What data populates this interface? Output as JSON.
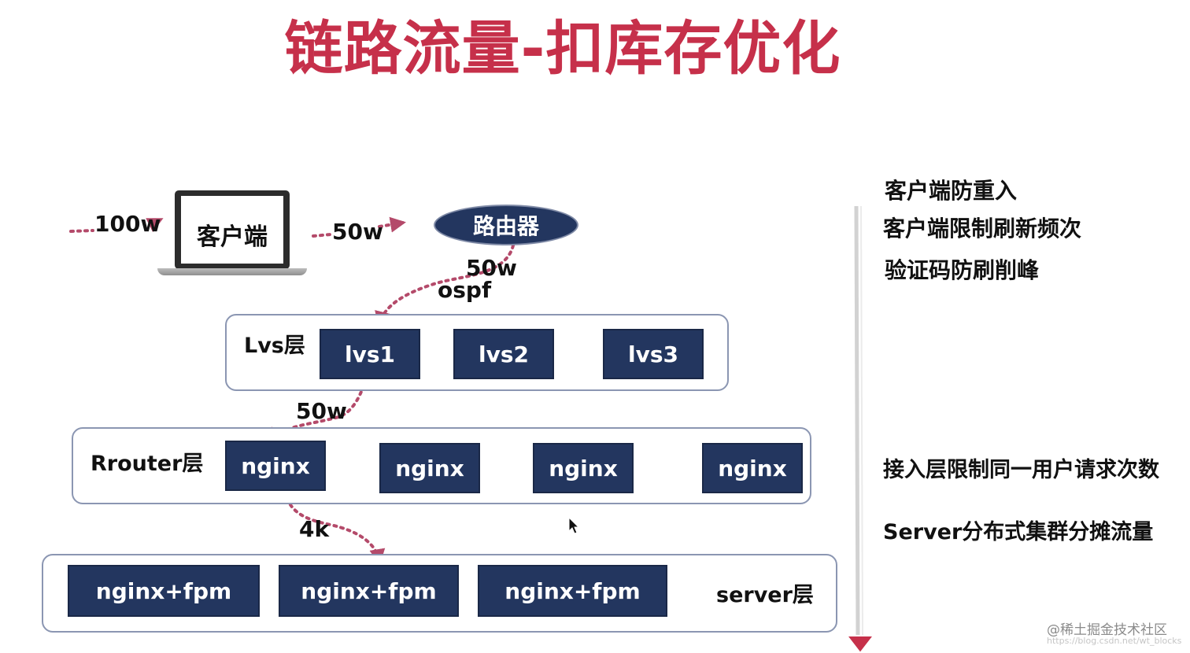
{
  "title": "链路流量-扣库存优化",
  "client": {
    "label": "客户端",
    "inbound_traffic": "100w",
    "outbound_traffic": "50w"
  },
  "router": {
    "label": "路由器",
    "traffic": "50w",
    "protocol": "ospf"
  },
  "lvs_layer": {
    "label": "Lvs层",
    "nodes": [
      "lvs1",
      "lvs2",
      "lvs3"
    ],
    "traffic_out": "50w"
  },
  "router_layer": {
    "label": "Rrouter层",
    "nodes": [
      "nginx",
      "nginx",
      "nginx",
      "nginx"
    ],
    "traffic_out": "4k"
  },
  "server_layer": {
    "label": "server层",
    "nodes": [
      "nginx+fpm",
      "nginx+fpm",
      "nginx+fpm"
    ]
  },
  "notes": {
    "client": [
      "客户端防重入",
      "客户端限制刷新频次",
      "验证码防刷削峰"
    ],
    "access": "接入层限制同一用户请求次数",
    "server": "Server分布式集群分摊流量"
  },
  "watermark": {
    "text": "@稀土掘金技术社区",
    "url": "https://blog.csdn.net/wt_blocks"
  },
  "colors": {
    "title": "#c6304a",
    "node": "#23365f",
    "arrow": "#b44a6a",
    "layer_border": "#8b96b2"
  }
}
